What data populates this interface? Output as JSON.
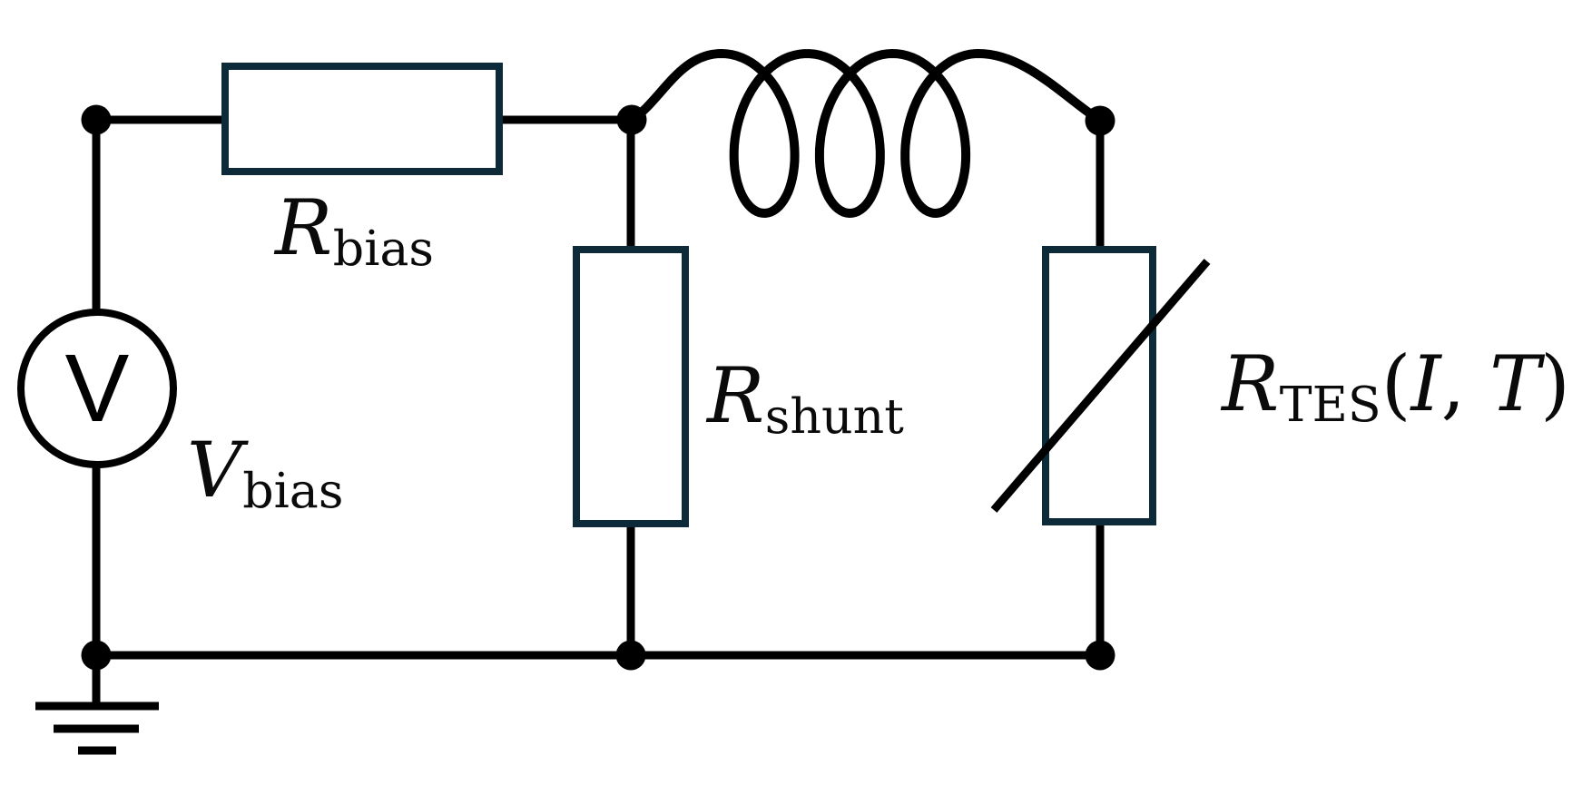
{
  "colors": {
    "background": "#ffffff",
    "wire": "#000000",
    "resistor_stroke": "#0d2a38"
  },
  "labels": {
    "v_source_symbol": "V",
    "r_bias": {
      "base": "R",
      "sub": "bias"
    },
    "r_shunt": {
      "base": "R",
      "sub": "shunt"
    },
    "v_bias": {
      "base": "V",
      "sub": "bias"
    },
    "r_tes": {
      "base": "R",
      "sub": "TES",
      "open": "(",
      "arg1": "I",
      "sep": ", ",
      "arg2": "T",
      "close": ")"
    }
  }
}
